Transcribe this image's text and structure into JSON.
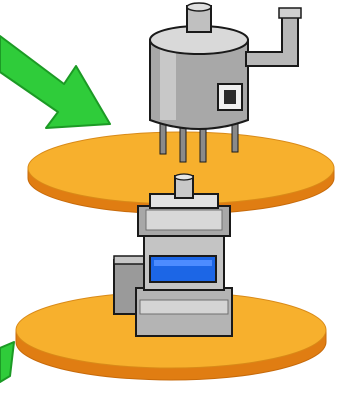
{
  "diagram": {
    "background": "#ffffff",
    "colors": {
      "disc_top": "#f7b02d",
      "disc_side": "#e07d12",
      "disc_edge": "#c76a0a",
      "metal_light": "#d9d9d9",
      "metal_mid": "#a8a8a8",
      "metal_dark": "#6f6f6f",
      "outline": "#1a1a1a",
      "screen": "#1c66e6",
      "screen_highlight": "#4d8cff",
      "arrow": "#2fcc3a",
      "arrow_edge": "#1c9a25"
    },
    "elements": [
      {
        "name": "green-arrow",
        "icon": "arrow-down-right"
      },
      {
        "name": "upper-platform-disc",
        "icon": "disc"
      },
      {
        "name": "lower-platform-disc",
        "icon": "disc"
      },
      {
        "name": "tank-vessel",
        "icon": "cylindrical-tank-with-exhaust-pipe"
      },
      {
        "name": "control-machine",
        "icon": "machine-with-blue-display"
      },
      {
        "name": "partial-green-arrow",
        "icon": "arrow-partial"
      }
    ]
  }
}
